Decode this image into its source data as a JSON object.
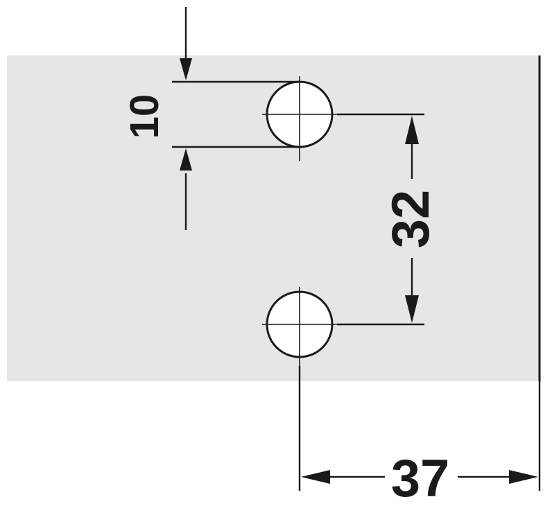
{
  "drawing": {
    "panel_color": "#e6e6e6",
    "line_color": "#1a1a1a",
    "hole_fill": "#ffffff"
  },
  "dimensions": {
    "hole_diameter": "10",
    "hole_spacing": "32",
    "edge_distance": "37"
  }
}
